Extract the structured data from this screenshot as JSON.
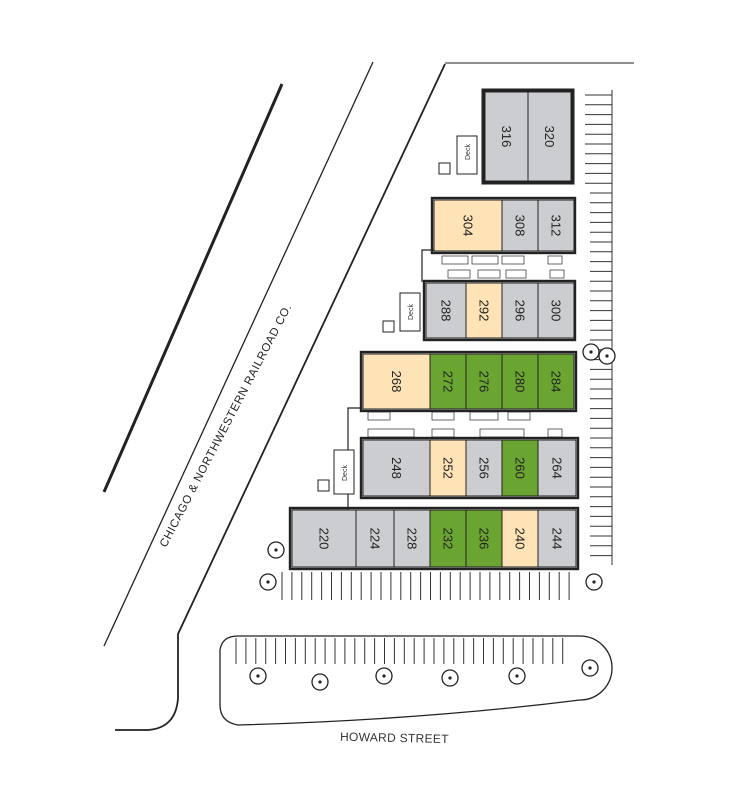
{
  "map": {
    "railroad_label": "CHICAGO & NORTHWESTERN RAILROAD CO.",
    "street_label": "HOWARD STREET",
    "deck_label": "Deck"
  },
  "legend_colors": {
    "available": "#6aa531",
    "pending": "#fde3b6",
    "leased": "#cbcdd0"
  },
  "units": [
    {
      "id": "316",
      "status": "leased"
    },
    {
      "id": "320",
      "status": "leased"
    },
    {
      "id": "304",
      "status": "pending"
    },
    {
      "id": "308",
      "status": "leased"
    },
    {
      "id": "312",
      "status": "leased"
    },
    {
      "id": "288",
      "status": "leased"
    },
    {
      "id": "292",
      "status": "pending"
    },
    {
      "id": "296",
      "status": "leased"
    },
    {
      "id": "300",
      "status": "leased"
    },
    {
      "id": "268",
      "status": "pending"
    },
    {
      "id": "272",
      "status": "available"
    },
    {
      "id": "276",
      "status": "available"
    },
    {
      "id": "280",
      "status": "available"
    },
    {
      "id": "284",
      "status": "available"
    },
    {
      "id": "248",
      "status": "leased"
    },
    {
      "id": "252",
      "status": "pending"
    },
    {
      "id": "256",
      "status": "leased"
    },
    {
      "id": "260",
      "status": "available"
    },
    {
      "id": "264",
      "status": "leased"
    },
    {
      "id": "220",
      "status": "leased"
    },
    {
      "id": "224",
      "status": "leased"
    },
    {
      "id": "228",
      "status": "leased"
    },
    {
      "id": "232",
      "status": "available"
    },
    {
      "id": "236",
      "status": "available"
    },
    {
      "id": "240",
      "status": "pending"
    },
    {
      "id": "244",
      "status": "leased"
    }
  ]
}
